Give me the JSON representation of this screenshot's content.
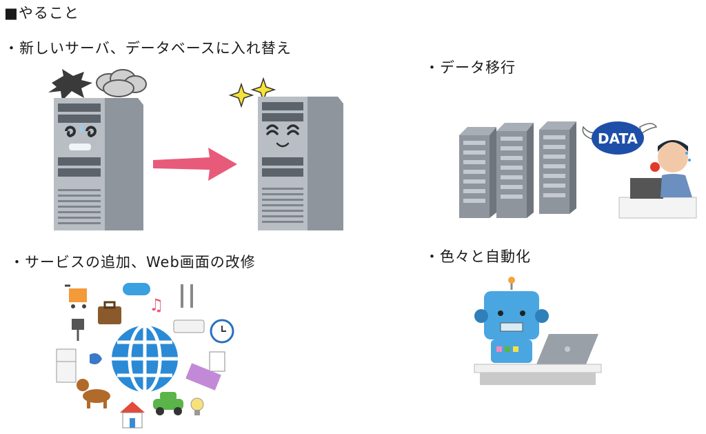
{
  "heading": "■やること",
  "items": {
    "replace": "・新しいサーバ、データベースに入れ替え",
    "migration": "・データ移行",
    "services": "・サービスの追加、Web画面の改修",
    "automation": "・色々と自動化"
  },
  "data_bubble": "DATA",
  "colors": {
    "server_gray": "#9aa0a8",
    "arrow_pink": "#e85a7a",
    "globe_blue": "#2a8ad6",
    "robot_blue": "#4aa6e0",
    "sparkle_yellow": "#f5e23a"
  }
}
